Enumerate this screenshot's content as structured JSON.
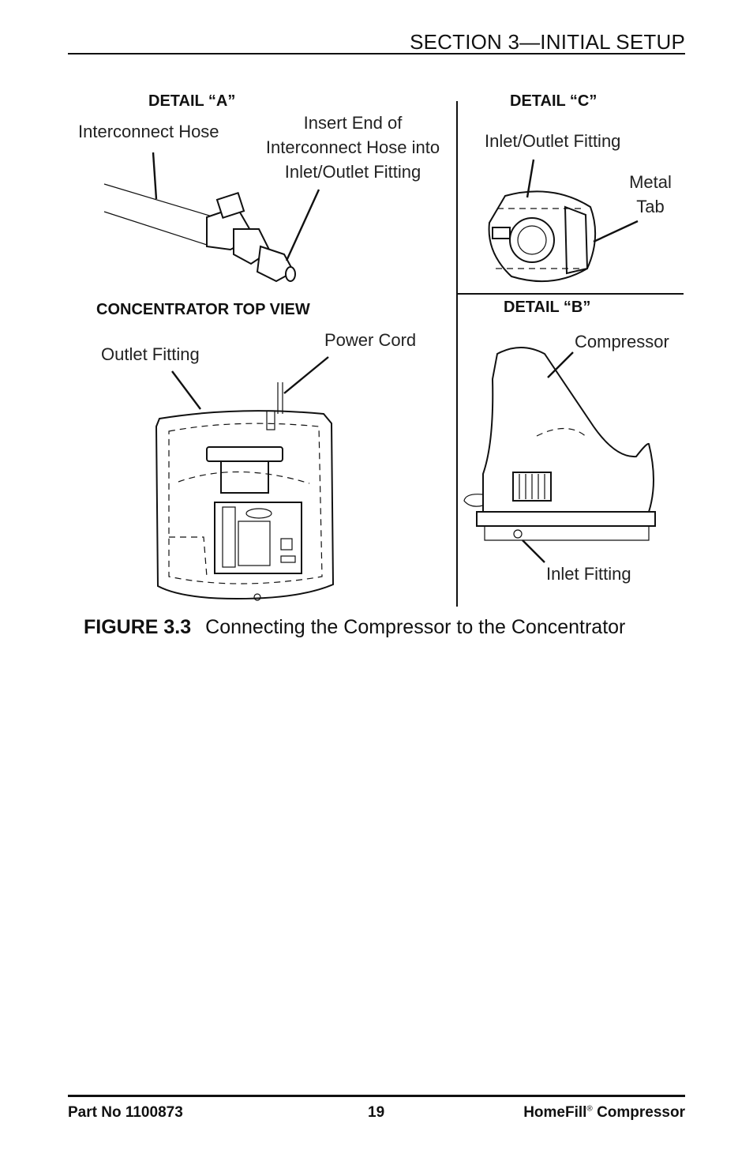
{
  "header": {
    "section_title": "SECTION 3—INITIAL SETUP"
  },
  "figure": {
    "detail_a": {
      "title": "DETAIL “A”",
      "interconnect_hose_label": "Interconnect Hose",
      "insert_label_lines": [
        "Insert End of",
        "Interconnect Hose into",
        "Inlet/Outlet Fitting"
      ]
    },
    "detail_c": {
      "title": "DETAIL “C”",
      "inlet_outlet_label": "Inlet/Outlet Fitting",
      "metal_tab_lines": [
        "Metal",
        "Tab"
      ]
    },
    "top_view": {
      "title": "CONCENTRATOR TOP VIEW",
      "outlet_fitting_label": "Outlet Fitting",
      "power_cord_label": "Power Cord"
    },
    "detail_b": {
      "title": "DETAIL “B”",
      "compressor_label": "Compressor",
      "inlet_fitting_label": "Inlet Fitting"
    },
    "caption": {
      "number": "FIGURE 3.3",
      "text": "Connecting the Compressor to the Concentrator"
    }
  },
  "footer": {
    "part_no": "Part No 1100873",
    "page_number": "19",
    "product_name": "HomeFill",
    "product_registered": "®",
    "product_suffix": "Compressor"
  }
}
